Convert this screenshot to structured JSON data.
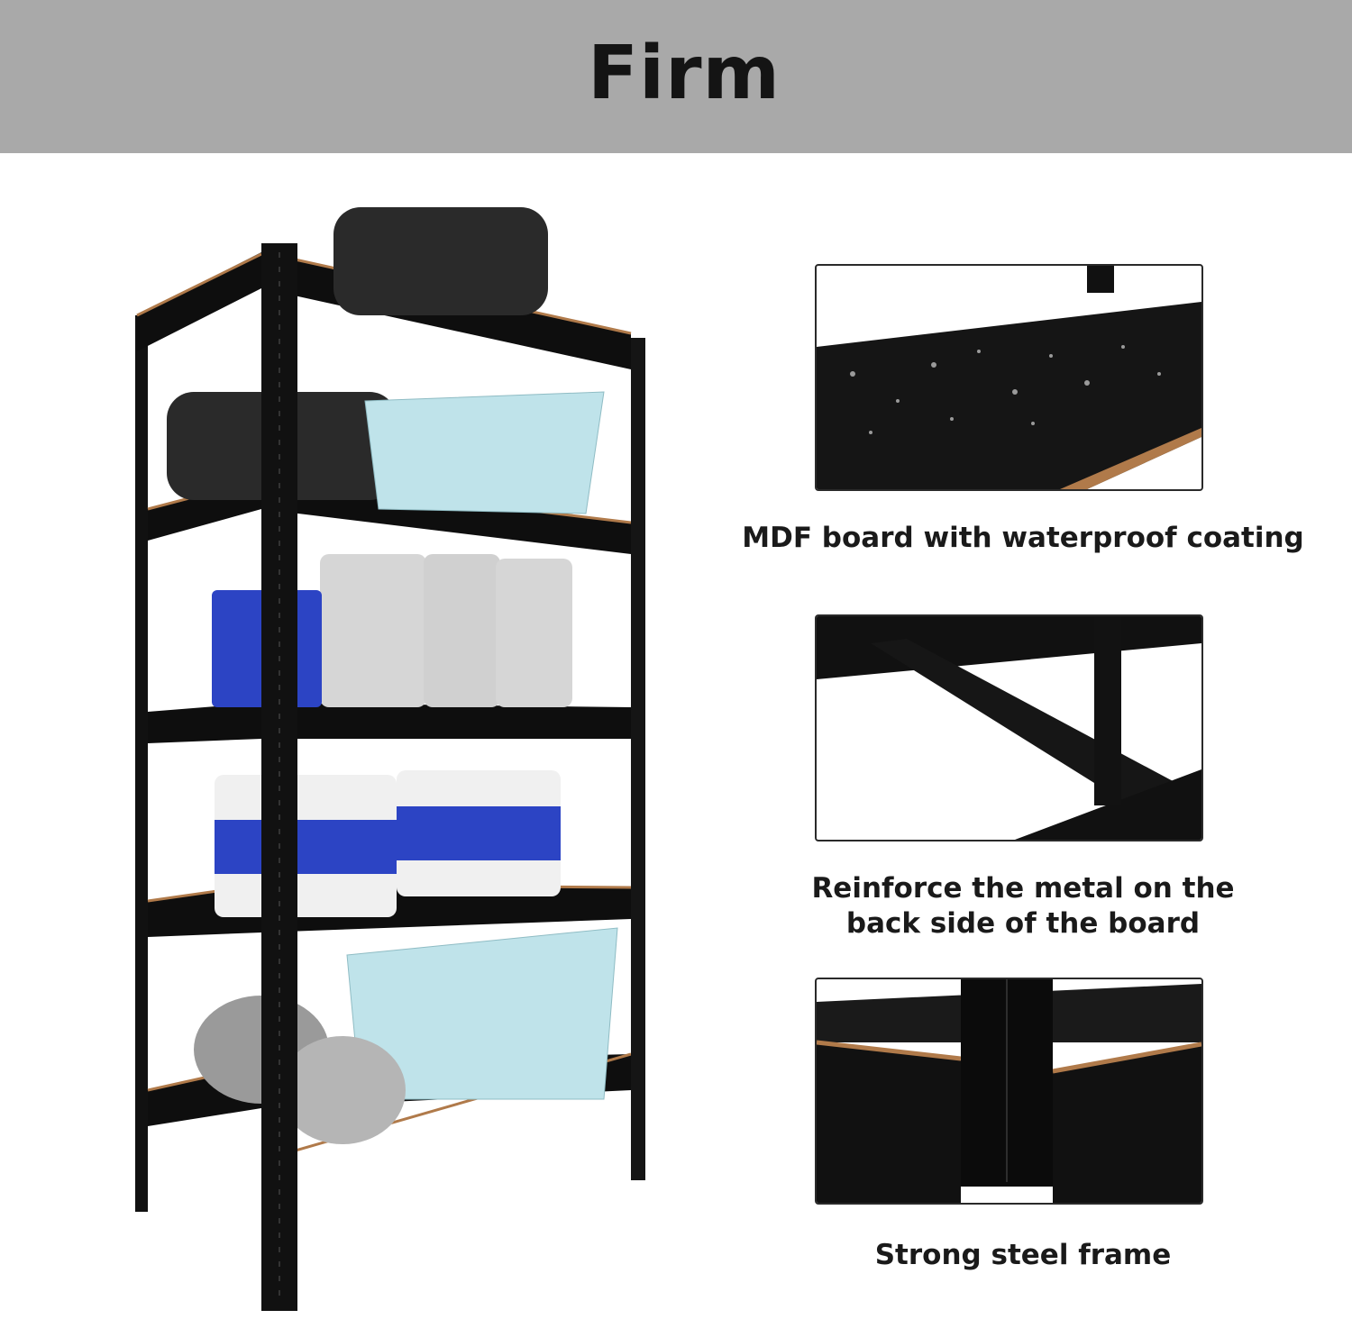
{
  "header": {
    "title": "Firm"
  },
  "features": [
    {
      "caption": "MDF board with waterproof coating"
    },
    {
      "caption_line1": "Reinforce the metal on the",
      "caption_line2": "back side of the board"
    },
    {
      "caption": "Strong steel frame"
    }
  ],
  "colors": {
    "header_bg": "#a9a9a9",
    "frame": "#111111",
    "board_edge": "#b07a4a"
  }
}
